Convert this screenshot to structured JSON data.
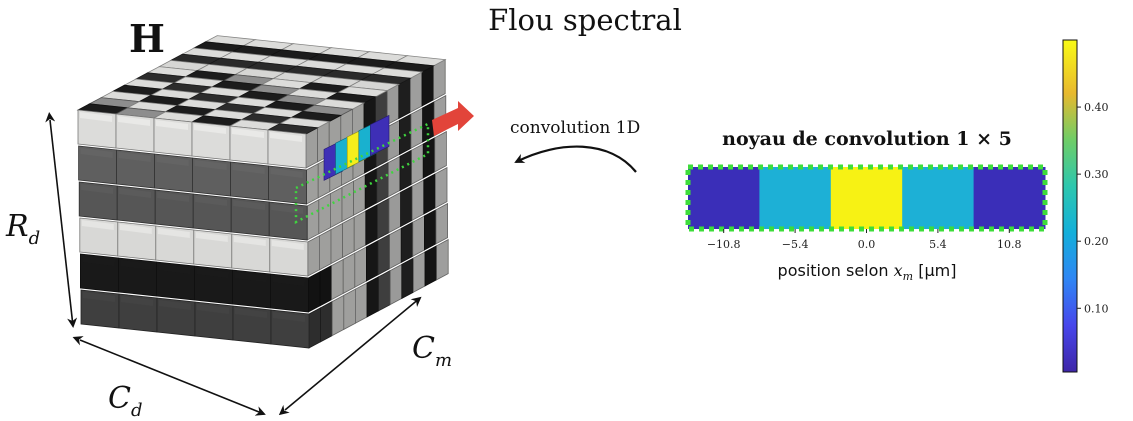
{
  "figure": {
    "title": "Flou spectral",
    "cube_label": "H",
    "axis_rd": "R",
    "axis_rd_sub": "d",
    "axis_cd": "C",
    "axis_cd_sub": "d",
    "axis_cm": "C",
    "axis_cm_sub": "m",
    "convolution_label": "convolution 1D"
  },
  "cube": {
    "layer_shades": [
      "#dcdcda",
      "#5f5f5f",
      "#565656",
      "#d8d8d6",
      "#191919",
      "#3f3f3f"
    ],
    "column_shades": [
      "#ddddda",
      "#ddddda",
      "#ddddda",
      "#ddddda",
      "#ddddda",
      "#1e1e1e",
      "#565656",
      "#d6d6d4",
      "#2a2a2a",
      "#dcdcda",
      "#1c1c1c",
      "#dcdcda"
    ],
    "top_row_shades": [
      "#1c1c1c",
      "#8d8d8d",
      "#dcdcda",
      "#1c1c1c",
      "#dcdcda",
      "#2c2c2c",
      "#dcdcda"
    ],
    "highlight_colors": [
      "#3e2fb6",
      "#19b1cf",
      "#f5ee1c",
      "#19b1cf",
      "#3e2fb6"
    ],
    "arrow_color": "#e2443a",
    "outline_color": "#3fd43f"
  },
  "kernel": {
    "title": "noyau de convolution 1 × 5",
    "colors": [
      "#3a2eb8",
      "#1db0d6",
      "#f7f214",
      "#1db0d6",
      "#3a2eb8"
    ],
    "values": [
      0.02,
      0.22,
      0.49,
      0.22,
      0.02
    ],
    "xticks": [
      "−10.8",
      "−5.4",
      "0.0",
      "5.4",
      "10.8"
    ],
    "xlabel_prefix": "position selon ",
    "xlabel_var": "x",
    "xlabel_sub": "m",
    "xlabel_unit": " [μm]",
    "border_color": "#3ddc3a"
  },
  "colorbar": {
    "ticks": [
      "0.10",
      "0.20",
      "0.30",
      "0.40"
    ],
    "tick_values": [
      0.1,
      0.2,
      0.3,
      0.4
    ],
    "range": [
      0.005,
      0.5
    ]
  }
}
